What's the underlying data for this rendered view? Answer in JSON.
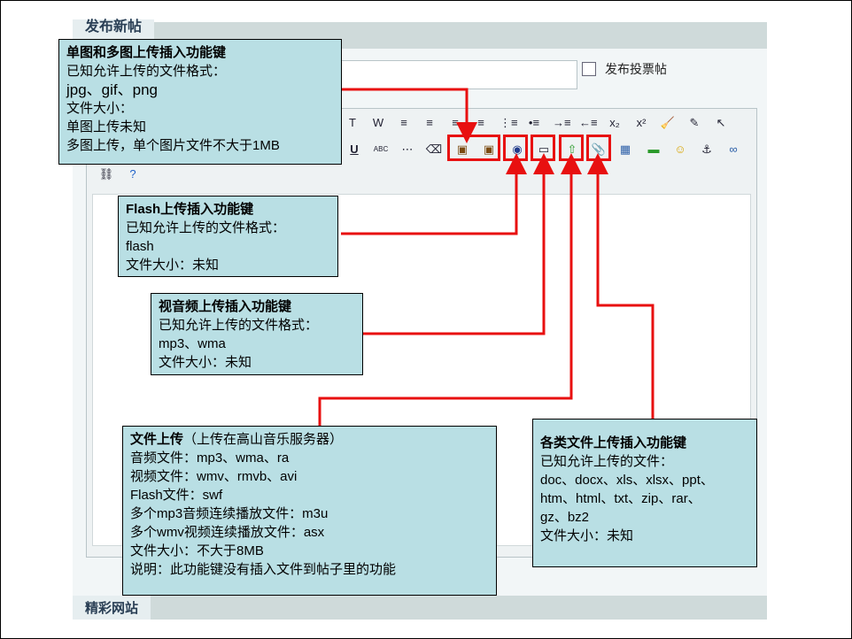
{
  "header": {
    "tab": "发布新帖",
    "vote_label": "发布投票帖"
  },
  "footer": {
    "tab": "精彩网站"
  },
  "toolbar": {
    "row1": [
      "paste-text",
      "paste-word",
      "align-left",
      "align-center",
      "align-right",
      "justify",
      "ordered-list",
      "unordered-list",
      "indent",
      "outdent",
      "subscript",
      "superscript",
      "clean-format",
      "edit-source",
      "select"
    ],
    "row1_glyphs": [
      "T",
      "W",
      "≡",
      "≡",
      "≡",
      "≡",
      "⋮≡",
      "•≡",
      "→≡",
      "←≡",
      "x₂",
      "x²",
      "🧹",
      "✎",
      "↖"
    ],
    "row2": [
      "underline",
      "spellcheck",
      "hr",
      "eraser",
      "image-upload",
      "multi-image-upload",
      "flash",
      "video",
      "file-upload",
      "attachment",
      "table",
      "insert-row",
      "emoticon",
      "anchor",
      "link"
    ],
    "row2_glyphs": [
      "U",
      "ABC",
      "⋯",
      "⌫",
      "▣",
      "▣",
      "◉",
      "▭",
      "⇧",
      "📎",
      "▦",
      "▬",
      "☺",
      "⚓",
      "∞"
    ],
    "row3": [
      "unlink",
      "help"
    ],
    "row3_glyphs": [
      "⛓",
      "?"
    ]
  },
  "callouts": [
    {
      "title": "单图和多图上传插入功能键",
      "lines": [
        "已知允许上传的文件格式：",
        "jpg、gif、png",
        "文件大小：",
        "单图上传未知",
        "多图上传，单个图片文件不大于1MB"
      ]
    },
    {
      "title": "Flash上传插入功能键",
      "lines": [
        "已知允许上传的文件格式：",
        "flash",
        "文件大小：未知"
      ]
    },
    {
      "title": "视音频上传插入功能键",
      "lines": [
        "已知允许上传的文件格式：",
        "mp3、wma",
        "文件大小：未知"
      ]
    },
    {
      "title": "文件上传",
      "title_suffix": "（上传在高山音乐服务器）",
      "lines": [
        "音频文件：mp3、wma、ra",
        "视频文件：wmv、rmvb、avi",
        "Flash文件：swf",
        "多个mp3音频连续播放文件：m3u",
        "多个wmv视频连续播放文件：asx",
        "文件大小：不大于8MB",
        "说明：此功能键没有插入文件到帖子里的功能"
      ]
    },
    {
      "title": "各类文件上传插入功能键",
      "lines": [
        "已知允许上传的文件：",
        "doc、docx、xls、xlsx、ppt、",
        "htm、html、txt、zip、rar、",
        "gz、bz2",
        "文件大小：未知"
      ]
    }
  ],
  "colors": {
    "callout_bg": "#b9dfe4",
    "highlight": "#e81010"
  }
}
